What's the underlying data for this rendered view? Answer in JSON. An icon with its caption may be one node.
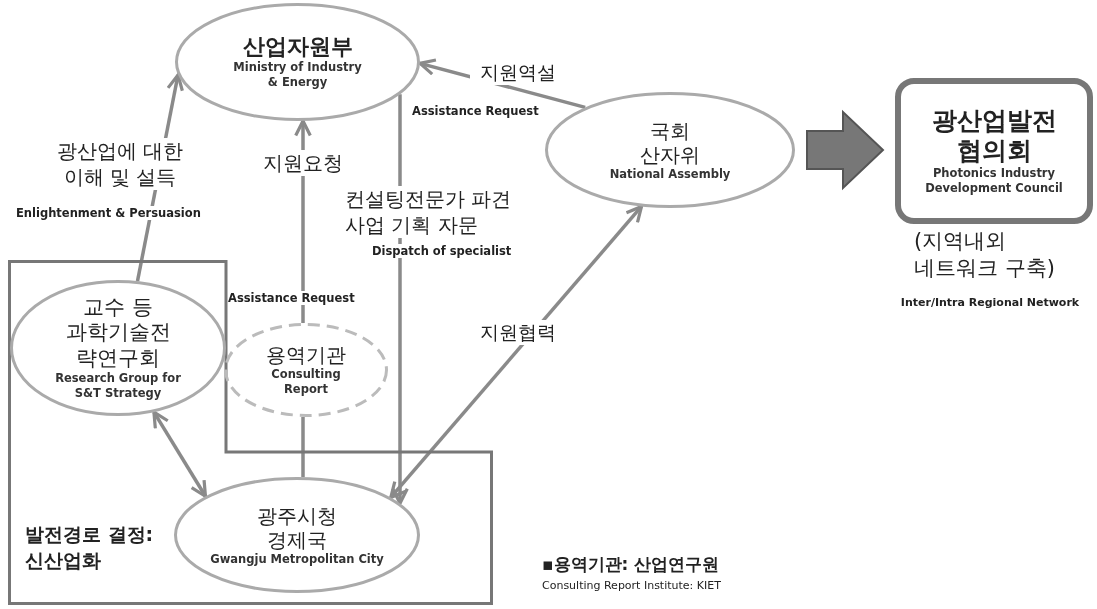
{
  "diagram": {
    "nodes": [
      {
        "text": [
          "산업자원부",
          "Ministry of Industry & Energy"
        ]
      },
      {
        "text": [
          "국회 산자위",
          "National Assembly"
        ]
      },
      {
        "text": [
          "광산업발전 협의회",
          "Photonics Industry Development Council"
        ],
        "beside": [
          "(지역내외 네트워크 구축)",
          "Inter/Intra Regional Network"
        ]
      },
      {
        "text": [
          "발전경로 결정: 신산업화"
        ]
      },
      {
        "text": [
          "교수 등 과학기술전 략연구회",
          "Research Group for S&T Strategy"
        ],
        "in": 3
      },
      {
        "text": [
          "용역기관",
          "Consulting Report"
        ]
      },
      {
        "text": [
          "광주시청 경제국",
          "Gwangju Metropolitan City"
        ],
        "in": 3
      }
    ],
    "edges": [
      {
        "from": 4,
        "to": 0,
        "arrow": "to",
        "label": "광산업에 대한 이해 및 설득"
      },
      {
        "from": 5,
        "to": 0,
        "arrow": "to",
        "label": "지원요청"
      },
      {
        "from": 6,
        "to": 5,
        "arrow": "none"
      },
      {
        "from": 0,
        "to": 6,
        "arrow": "to",
        "label": "컨설팅전문가 파견 사업 기획 자문"
      },
      {
        "from": 1,
        "to": 0,
        "arrow": "to",
        "label": "지원역설"
      },
      {
        "from": 6,
        "to": 1,
        "arrow": "both",
        "label": "지원협력"
      },
      {
        "from": 4,
        "to": 6,
        "arrow": "both"
      },
      {
        "from": 1,
        "to": 2,
        "arrow": "to",
        "style": "thick"
      }
    ],
    "labels": [
      "Enlightenment & Persuasion",
      "Assistance Request",
      "Dispatch of specialist",
      "Assistance Request",
      "▪용역기관: 산업연구원",
      "Consulting Report Institute: KIET"
    ]
  }
}
